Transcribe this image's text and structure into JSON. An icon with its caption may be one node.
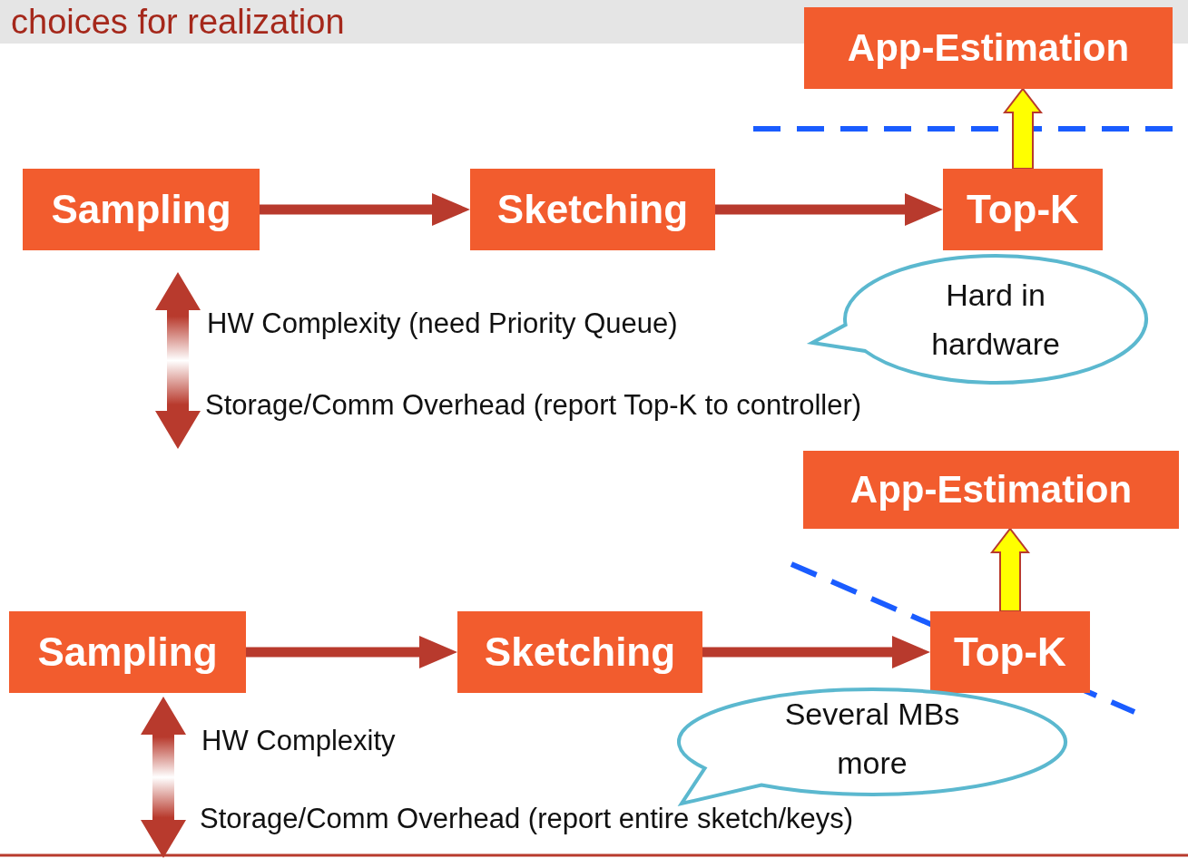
{
  "diagram": {
    "title": "choices for realization",
    "nodes": [
      {
        "text": [
          "App-Estimation"
        ]
      },
      {
        "text": [
          "Sampling"
        ]
      },
      {
        "text": [
          "Sketching"
        ]
      },
      {
        "text": [
          "Top-K"
        ]
      },
      {
        "text": [
          "Hard in hardware"
        ]
      },
      {
        "text": [
          "App-Estimation"
        ]
      },
      {
        "text": [
          "Sampling"
        ]
      },
      {
        "text": [
          "Sketching"
        ]
      },
      {
        "text": [
          "Top-K"
        ]
      },
      {
        "text": [
          "Several MBs more"
        ]
      }
    ],
    "edges": [
      {
        "from": 1,
        "to": 2,
        "arrow": "to"
      },
      {
        "from": 2,
        "to": 3,
        "arrow": "to"
      },
      {
        "from": 3,
        "to": 0,
        "arrow": "to",
        "style": "thick",
        "color": "#ffff00"
      },
      {
        "from": 6,
        "to": 7,
        "arrow": "to"
      },
      {
        "from": 7,
        "to": 8,
        "arrow": "to"
      },
      {
        "from": 8,
        "to": 5,
        "arrow": "to",
        "style": "thick",
        "color": "#ffff00"
      }
    ],
    "labels": [
      "HW Complexity (need Priority Queue)",
      "Storage/Comm Overhead (report Top-K to controller)",
      "HW Complexity",
      "Storage/Comm Overhead (report entire sketch/keys)"
    ]
  }
}
